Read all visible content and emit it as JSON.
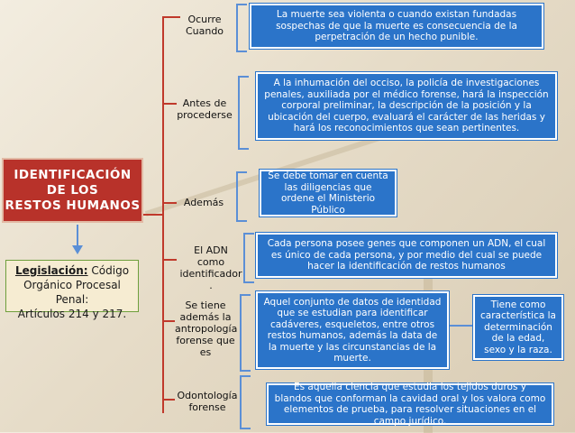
{
  "title": "IDENTIFICACIÓN\nDE LOS\nRESTOS HUMANOS",
  "legislation": {
    "label": "Legislación:",
    "text_1": " Código",
    "text_2": "Orgánico Procesal Penal:",
    "text_3": "Artículos 214 y 217."
  },
  "branches": [
    {
      "label_1": "Ocurre",
      "label_2": "Cuando",
      "description": "La muerte sea violenta o cuando existan fundadas sospechas de que la muerte es consecuencia de la perpetración de un hecho punible."
    },
    {
      "label_1": "Antes de",
      "label_2": "procederse",
      "description": "A la inhumación del occiso, la policía de investigaciones penales, auxiliada por el médico forense, hará la inspección corporal preliminar, la descripción de la posición y la ubicación del cuerpo, evaluará el carácter de las heridas y hará los reconocimientos que sean pertinentes."
    },
    {
      "label_1": "Además",
      "label_2": "",
      "description": "Se debe tomar en cuenta las diligencias que ordene el Ministerio Público"
    },
    {
      "label_1": "El ADN",
      "label_2": "como",
      "label_3": "identificador",
      "label_4": ".",
      "description": "Cada persona posee genes que componen un ADN, el cual es único de cada persona, y por medio del cual se puede hacer la identificación de restos humanos"
    },
    {
      "label_1": "Se tiene",
      "label_2": "además la",
      "label_3": "antropología",
      "label_4": "forense que",
      "label_5": "es",
      "description": "Aquel conjunto de datos de identidad que se estudian para identificar cadáveres, esqueletos, entre otros restos humanos, además la data de la muerte y las circunstancias de la muerte.",
      "extra": "Tiene como característica la determinación de la edad, sexo y la raza."
    },
    {
      "label_1": "Odontología",
      "label_2": "forense",
      "description": "Es aquella ciencia que estudia los tejidos duros y blandos que conforman la cavidad oral y los valora como elementos de prueba, para resolver situaciones en el campo jurídico."
    }
  ]
}
